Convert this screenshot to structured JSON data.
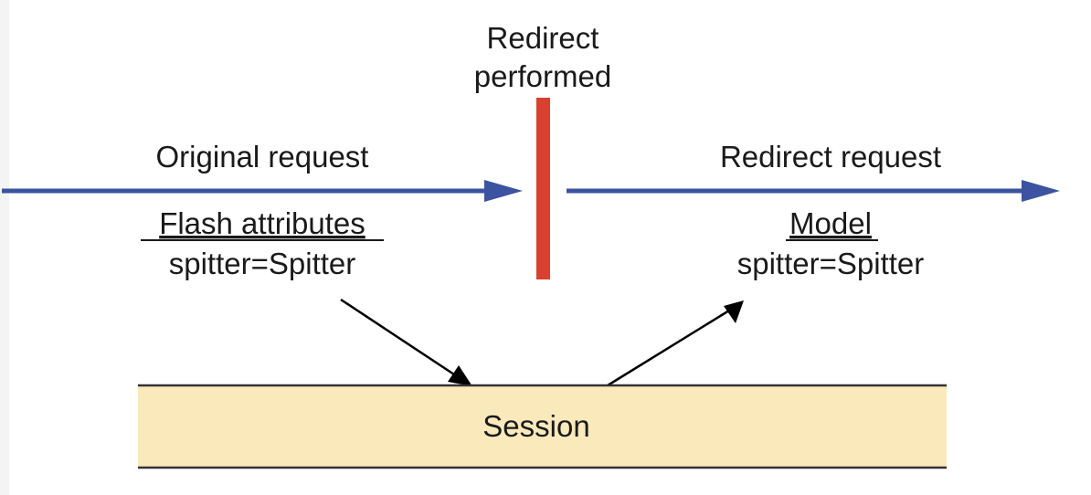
{
  "redirect_label": {
    "line1": "Redirect",
    "line2": "performed"
  },
  "original_request": {
    "title": "Original request",
    "heading": "Flash attributes",
    "value": "spitter=Spitter"
  },
  "redirect_request": {
    "title": "Redirect request",
    "heading": "Model",
    "value": "spitter=Spitter"
  },
  "session": {
    "label": "Session"
  },
  "colors": {
    "request_arrow": "#3b53a0",
    "redirect_bar": "#d9402f",
    "session_fill": "#f9e9bb",
    "session_border": "#333333",
    "flow_arrow": "#000000",
    "left_edge_tint": "#f4f4f4"
  }
}
